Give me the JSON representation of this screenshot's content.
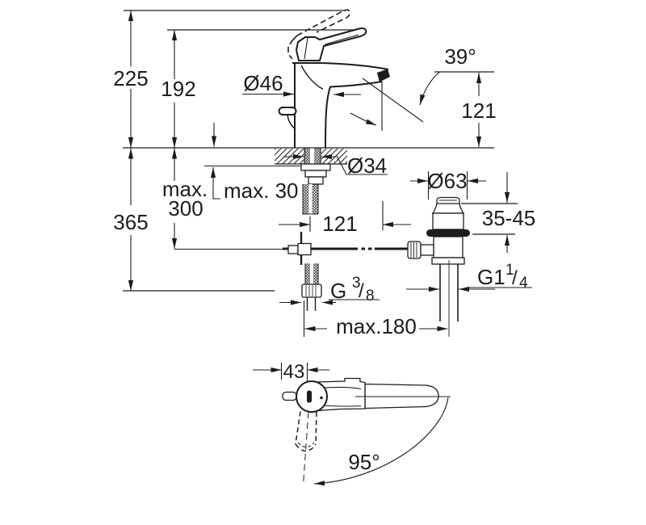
{
  "labels": {
    "total_height": "225",
    "spout_height": "192",
    "under_depth": "365",
    "hose_max_line1": "max.",
    "hose_max_line2": "300",
    "deck_thickness": "max. 30",
    "body_diameter": "Ø46",
    "shank_diameter": "Ø34",
    "spout_angle": "39°",
    "aerator_height": "121",
    "spout_reach": "121",
    "waste_flange_diameter": "Ø63",
    "waste_deck_range": "35-45",
    "rod_reach_max": "max.180",
    "handle_width": "43",
    "handle_swivel_angle": "95°",
    "supply_thread": {
      "base": "G",
      "numerator": "3",
      "slash": "/",
      "denominator": "8"
    },
    "waste_thread": {
      "base": "G1",
      "numerator": "1",
      "slash": "/",
      "denominator": "4"
    }
  }
}
